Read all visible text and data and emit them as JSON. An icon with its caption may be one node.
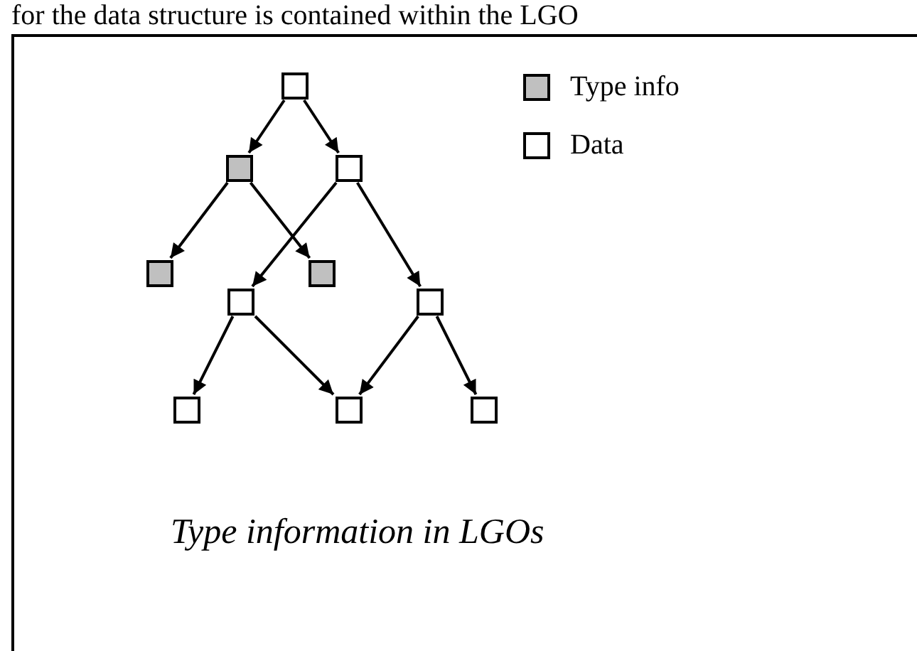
{
  "diagram": {
    "caption": "Type information in LGOs",
    "nodes": [
      {
        "text": [],
        "shape": "box"
      },
      {
        "text": [],
        "shape": "box"
      },
      {
        "text": [],
        "shape": "box"
      },
      {
        "text": [],
        "shape": "box"
      },
      {
        "text": [],
        "shape": "box"
      },
      {
        "text": [],
        "shape": "box"
      },
      {
        "text": [],
        "shape": "box"
      },
      {
        "text": [],
        "shape": "box"
      },
      {
        "text": [],
        "shape": "box"
      },
      {
        "text": [],
        "shape": "box"
      }
    ],
    "edges": [
      {
        "from": 0,
        "to": 1,
        "arrow": "to"
      },
      {
        "from": 0,
        "to": 2,
        "arrow": "to"
      },
      {
        "from": 1,
        "to": 3,
        "arrow": "to"
      },
      {
        "from": 1,
        "to": 4,
        "arrow": "to"
      },
      {
        "from": 2,
        "to": 5,
        "arrow": "to"
      },
      {
        "from": 2,
        "to": 6,
        "arrow": "to"
      },
      {
        "from": 5,
        "to": 7,
        "arrow": "to"
      },
      {
        "from": 5,
        "to": 8,
        "arrow": "to"
      },
      {
        "from": 6,
        "to": 8,
        "arrow": "to"
      },
      {
        "from": 6,
        "to": 9,
        "arrow": "to"
      }
    ],
    "labels": [
      "for the data structure is contained within the LGO"
    ],
    "legend": [
      {
        "text": "Type info",
        "color": "#c0c0c0"
      },
      {
        "text": "Data",
        "color": "#ffffff"
      }
    ]
  }
}
